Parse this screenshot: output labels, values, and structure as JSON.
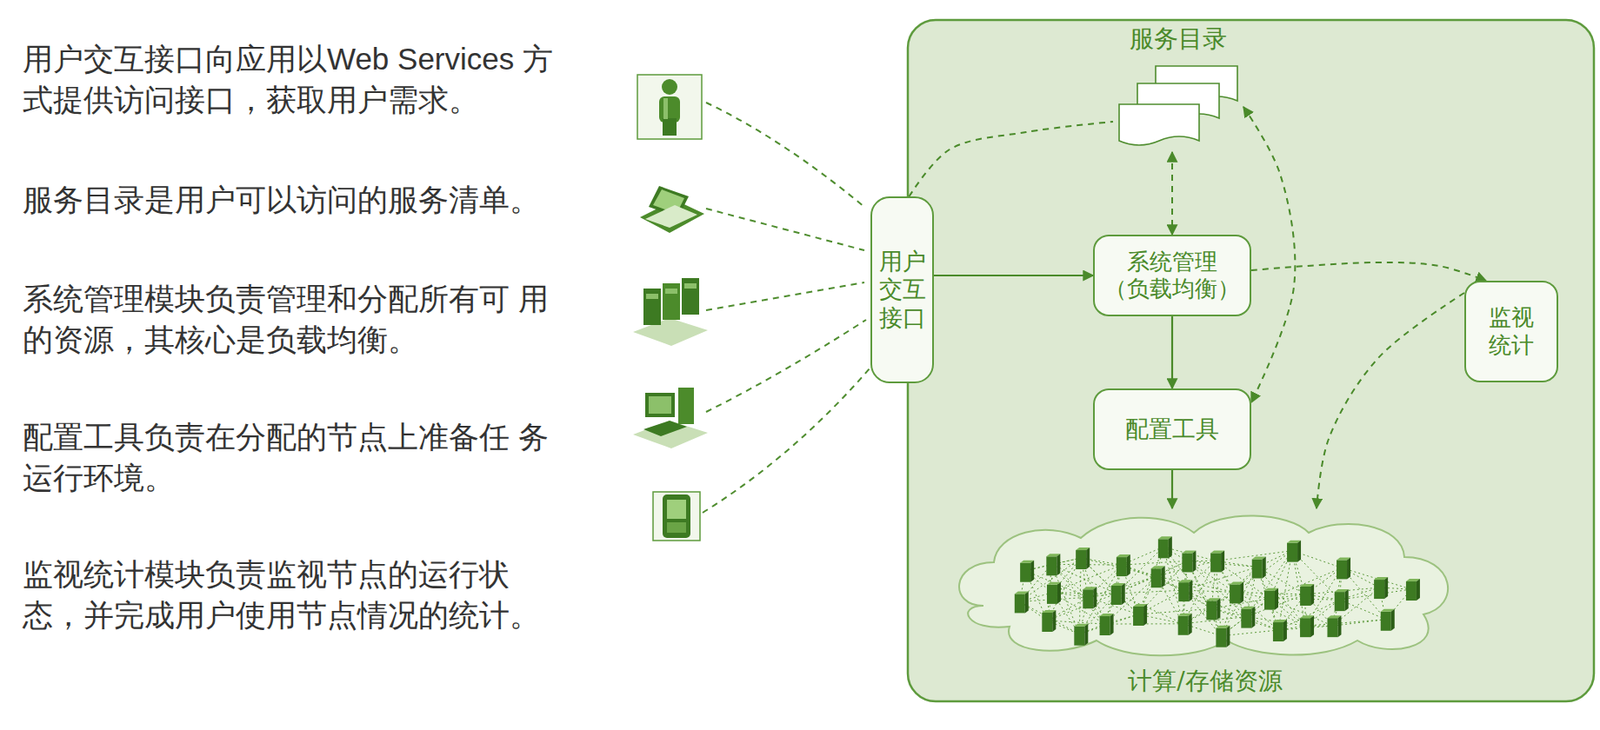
{
  "diagram": {
    "nodes": [
      {
        "text": [
          "服务目录"
        ]
      },
      {
        "text": [
          "用户交互接口"
        ]
      },
      {
        "text": [
          "系统管理 （负载均衡）"
        ]
      },
      {
        "text": [
          "监视统计"
        ]
      },
      {
        "text": [
          "配置工具"
        ]
      },
      {
        "text": [
          "计算/存储资源"
        ]
      }
    ],
    "edges": [
      {
        "from": 1,
        "to": 0,
        "arrow": "none"
      },
      {
        "from": 0,
        "to": 2,
        "arrow": "both"
      },
      {
        "from": 0,
        "to": 4,
        "arrow": "both"
      },
      {
        "from": 1,
        "to": 2,
        "arrow": "to"
      },
      {
        "from": 2,
        "to": 3,
        "arrow": "to"
      },
      {
        "from": 2,
        "to": 4,
        "arrow": "to"
      },
      {
        "from": 4,
        "to": 5,
        "arrow": "to"
      },
      {
        "from": 3,
        "to": 5,
        "arrow": "to"
      }
    ],
    "labels": [
      "用户交互接口向应用以Web Services 方式提供访问接口，获取用户需求。",
      "服务目录是用户可以访问的服务清单。",
      "系统管理模块负责管理和分配所有可 用的资源，其核心是负载均衡。",
      "配置工具负责在分配的节点上准备任 务运行环境。",
      "监视统计模块负责监视节点的运行状 态，并完成用户使用节点情况的统计。"
    ]
  }
}
